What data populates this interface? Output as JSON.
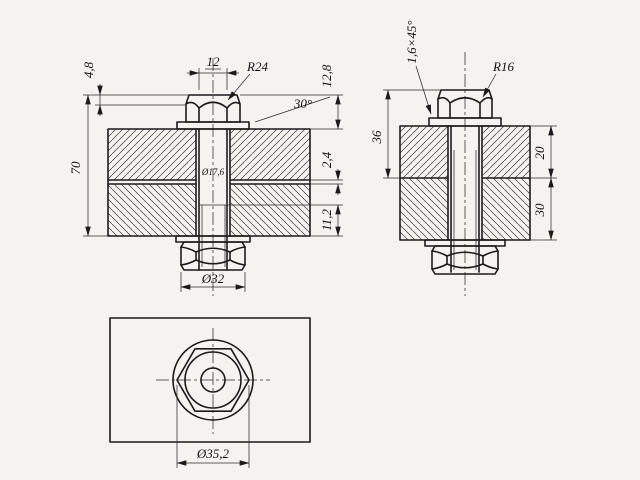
{
  "canvas": {
    "background": "#f4f3ef",
    "line_color": "#1b1b1b"
  },
  "views": {
    "front_left": {
      "dims": {
        "head_chamfer_height": "4,8",
        "shank_diameter": "12",
        "head_arc_radius": "R24",
        "chamfer_angle": "30°",
        "head_assembly_height": "12,8",
        "overall_height": "70",
        "bore_diameter": "Ø17,6",
        "plate_gap": "2,4",
        "thread_reserve": "11,2",
        "nut_across_flats": "Ø32"
      }
    },
    "front_right": {
      "dims": {
        "washer_chamfer": "1,6×45°",
        "head_arc_radius": "R16",
        "bolt_projection": "36",
        "upper_plate_thickness": "20",
        "lower_plate_thickness": "30"
      }
    },
    "top": {
      "dims": {
        "across_corners_diameter": "Ø35,2"
      }
    }
  }
}
